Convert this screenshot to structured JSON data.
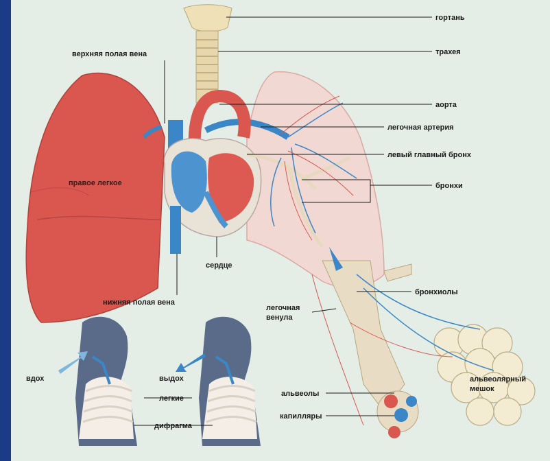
{
  "labels": {
    "larynx": "гортань",
    "trachea": "трахея",
    "superior_vena_cava": "верхняя полая вена",
    "aorta": "аорта",
    "pulmonary_artery": "легочная артерия",
    "left_main_bronchus": "левый главный бронх",
    "right_lung": "правое легкое",
    "bronchi": "бронхи",
    "heart": "сердце",
    "inferior_vena_cava": "нижняя полая вена",
    "bronchioles": "бронхиолы",
    "pulmonary_venule_line1": "легочная",
    "pulmonary_venule_line2": "венула",
    "inhale": "вдох",
    "exhale": "выдох",
    "lungs": "легкие",
    "diaphragm": "дифрагма",
    "alveoli": "альвеолы",
    "capillaries": "капилляры",
    "alveolar_sac_line1": "альвеолярный",
    "alveolar_sac_line2": "мешок"
  },
  "colors": {
    "lung_red": "#d9534f",
    "vessel_blue": "#3b86c6",
    "paper": "#e4eee6",
    "frame_blue": "#1b3b86"
  }
}
